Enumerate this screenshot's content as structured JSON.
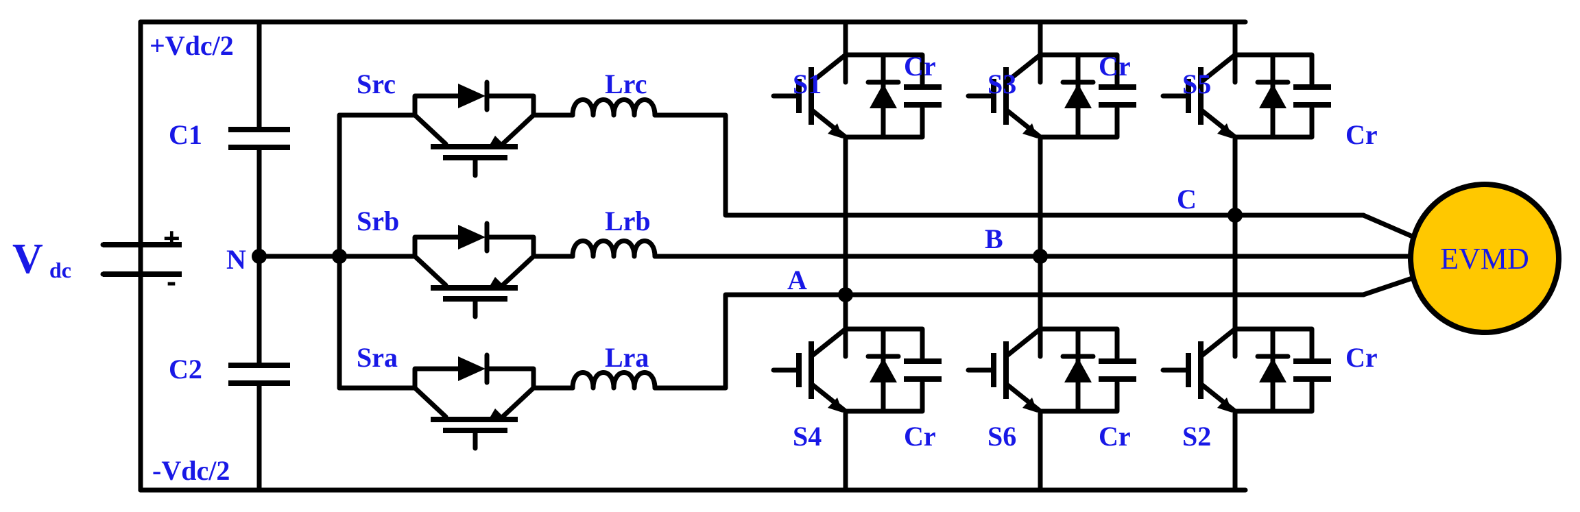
{
  "source": {
    "label": "V",
    "subscript": "dc",
    "plus": "+",
    "minus": "-"
  },
  "dc_link": {
    "top": "+Vdc/2",
    "bottom": "-Vdc/2",
    "c1": "C1",
    "c2": "C2",
    "neutral": "N"
  },
  "aux_switches": [
    "Src",
    "Srb",
    "Sra"
  ],
  "inductors": [
    "Lrc",
    "Lrb",
    "Lra"
  ],
  "upper_switches": [
    "S1",
    "S3",
    "S5"
  ],
  "lower_switches": [
    "S4",
    "S6",
    "S2"
  ],
  "capacitor_label": "Cr",
  "phases": [
    "A",
    "B",
    "C"
  ],
  "motor": {
    "label": "EVMD",
    "color": "#ffc800"
  }
}
